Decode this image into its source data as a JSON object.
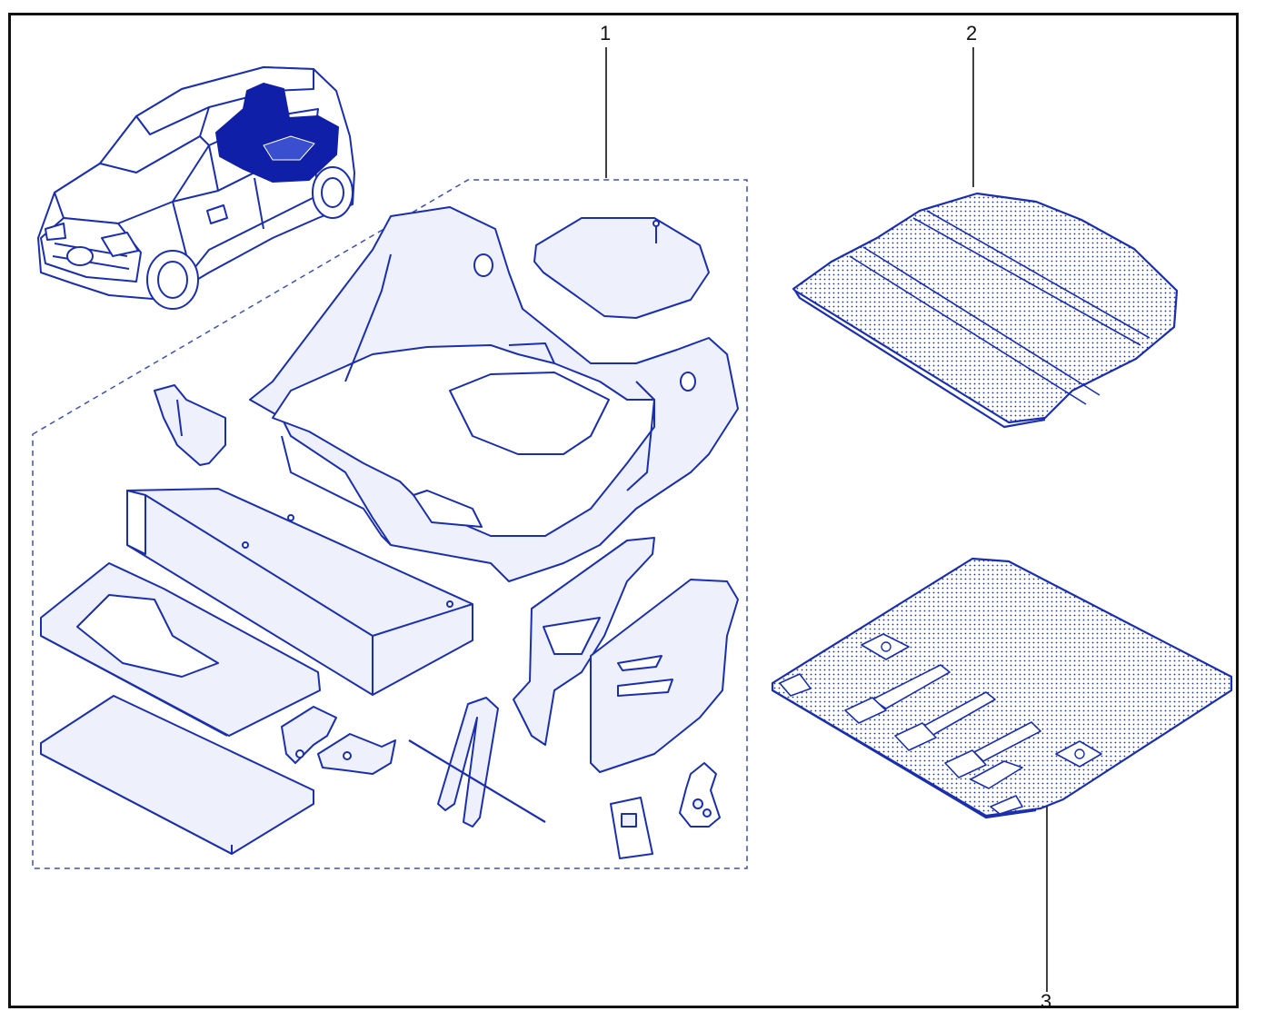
{
  "colors": {
    "line": "#1a2fb0",
    "fill": "#eef0fb",
    "fill_dark": "#0f1fa8",
    "frame": "#111111",
    "leader": "#111111"
  },
  "callouts": [
    {
      "label": "1"
    },
    {
      "label": "2"
    },
    {
      "label": "3"
    }
  ]
}
